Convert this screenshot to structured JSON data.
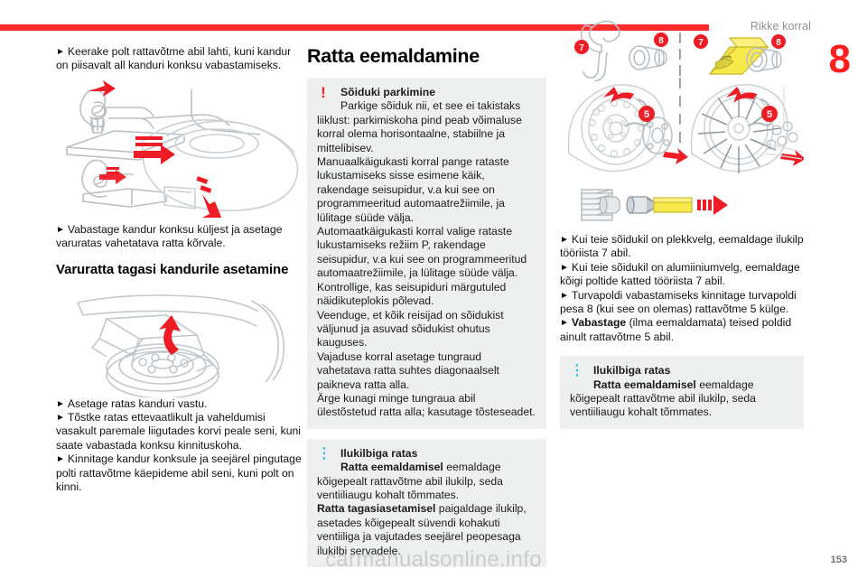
{
  "header": {
    "running_title": "Rikke korral",
    "chapter_number": "8"
  },
  "footer": {
    "watermark": "carmanualsonline.info",
    "page_number": "153"
  },
  "left_column": {
    "bullet_1": "Keerake polt rattavõtme abil lahti, kuni kandur on piisavalt all kanduri konksu vabastamiseks.",
    "figure_1_name": "carrier-hook-release-illustration",
    "bullet_2": "Vabastage kandur konksu küljest ja asetage varuratas vahetatava ratta kõrvale.",
    "section_title": "Varuratta tagasi kandurile asetamine",
    "figure_2_name": "spare-wheel-under-vehicle-illustration",
    "bullet_3": "Asetage ratas kanduri vastu.",
    "bullet_4": "Tõstke ratas ettevaatlikult ja vaheldumisi vasakult paremale liigutades korvi peale seni, kuni saate vabastada konksu kinnituskoha.",
    "bullet_5": "Kinnitage kandur konksule ja seejärel pingutage polti rattavõtme käepideme abil seni, kuni polt on kinni."
  },
  "middle_column": {
    "heading": "Ratta eemaldamine",
    "warning_box": {
      "icon": "exclamation-icon",
      "title": "Sõiduki parkimine",
      "first_line": "Parkige sõiduk nii, et see ei takistaks",
      "paragraphs": [
        "liiklust: parkimiskoha pind peab võimaluse korral olema horisontaalne, stabiilne ja mittelibisev.",
        "Manuaalkäigukasti korral pange rataste lukustamiseks sisse esimene käik, rakendage seisupidur, v.a kui see on programmeeritud automaatrežiimile, ja lülitage süüde välja.",
        "Automaatkäigukasti korral valige rataste lukustamiseks režiim P, rakendage seisupidur, v.a kui see on programmeeritud automaatrežiimile, ja lülitage süüde välja.",
        "Kontrollige, kas seisupiduri märgutuled näidikuteplokis põlevad.",
        "Veenduge, et kõik reisijad on sõidukist väljunud ja asuvad sõidukist ohutus kauguses.",
        "Vajaduse korral asetage tungraud vahetatava ratta suhtes diagonaalselt paikneva ratta alla.",
        "Ärge kunagi minge tungraua abil ülestõstetud ratta alla; kasutage tõsteseadet."
      ]
    },
    "info_box": {
      "icon": "info-icon",
      "title": "Ilukilbiga ratas",
      "line_1_bold": "Ratta eemaldamisel",
      "line_1_rest": " eemaldage",
      "paragraph_1": "kõigepealt rattavõtme abil ilukilp, seda ventiiliaugu kohalt tõmmates.",
      "line_2_bold": "Ratta tagasiasetamisel",
      "line_2_rest": " paigaldage ilukilp,",
      "paragraph_2": "asetades kõigepealt süvendi kohakuti ventiiliga ja vajutades seejärel peopesaga ilukilbi servadele."
    }
  },
  "right_column": {
    "figure_tools_name": "wheel-tools-illustration",
    "tool_badges": [
      "7",
      "8",
      "7",
      "8"
    ],
    "figure_wheels_name": "steel-and-alloy-wheel-illustration",
    "wheel_badges": [
      "5",
      "5"
    ],
    "figure_socket_name": "anti-theft-bolt-socket-illustration",
    "bullet_1": "Kui teie sõidukil on plekkvelg, eemaldage ilukilp tööriista 7 abil.",
    "bullet_2": "Kui teie sõidukil on alumiiniumvelg, eemaldage kõigi poltide katted tööriista 7 abil.",
    "bullet_3": "Turvapoldi vabastamiseks kinnitage turvapoldi pesa 8 (kui see on olemas) rattavõtme 5 külge.",
    "bullet_4_bold": "Vabastage",
    "bullet_4_rest": " (ilma eemaldamata) teised poldid ainult rattavõtme 5 abil.",
    "info_box": {
      "icon": "info-icon",
      "title": "Ilukilbiga ratas",
      "line_1_bold": "Ratta eemaldamisel",
      "line_1_rest": " eemaldage",
      "paragraph_1": "kõigepealt rattavõtme abil ilukilp, seda ventiiliaugu kohalt tõmmates."
    }
  },
  "colors": {
    "accent_red": "#ff2a2a",
    "callout_bg": "#eef0f0",
    "info_blue": "#33bce6",
    "header_grey": "#8f9295",
    "watermark_grey": "#c9cdd0",
    "illustration_line": "#b9c0c5",
    "tool_yellow": "#f5e23c"
  }
}
